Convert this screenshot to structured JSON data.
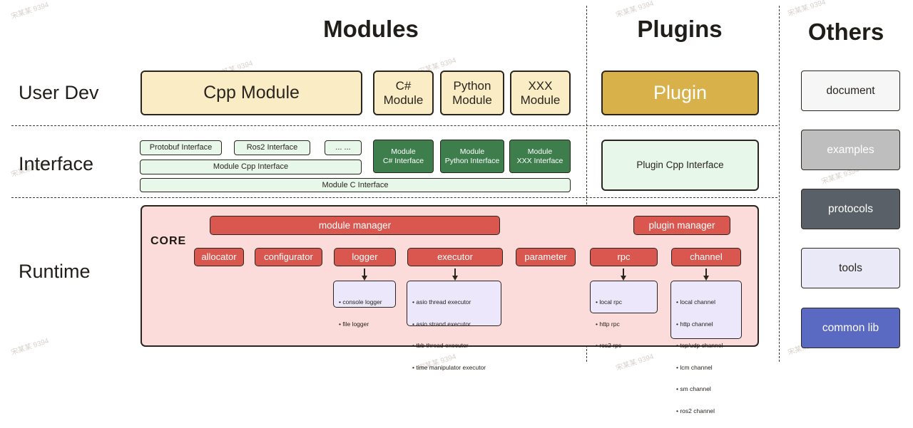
{
  "watermark": "宋某某 9394",
  "headers": {
    "modules": "Modules",
    "plugins": "Plugins",
    "others": "Others"
  },
  "row_labels": {
    "user_dev": "User Dev",
    "interface": "Interface",
    "runtime": "Runtime"
  },
  "user_dev": {
    "cpp_module": "Cpp Module",
    "csharp_module": "C#\nModule",
    "python_module": "Python\nModule",
    "xxx_module": "XXX\nModule",
    "plugin": "Plugin"
  },
  "interface": {
    "protobuf_interface": "Protobuf Interface",
    "ros2_interface": "Ros2 Interface",
    "ellipsis": "... ...",
    "module_cpp_interface": "Module Cpp Interface",
    "module_c_interface": "Module C Interface",
    "module_csharp_interface": "Module\nC# Interface",
    "module_python_interface": "Module\nPython Interface",
    "module_xxx_interface": "Module\nXXX Interface",
    "plugin_cpp_interface": "Plugin Cpp Interface"
  },
  "runtime": {
    "core_label": "CORE",
    "module_manager": "module manager",
    "plugin_manager": "plugin manager",
    "allocator": "allocator",
    "configurator": "configurator",
    "logger": "logger",
    "executor": "executor",
    "parameter": "parameter",
    "rpc": "rpc",
    "channel": "channel",
    "logger_items": [
      "console logger",
      "file logger"
    ],
    "executor_items": [
      "asio thread executor",
      "asio strand executor",
      "tbb thread executor",
      "time manipulator executor"
    ],
    "rpc_items": [
      "local rpc",
      "http rpc",
      "ros2 rpc"
    ],
    "channel_items": [
      "local channel",
      "http channel",
      "tcp/udp channel",
      "lcm channel",
      "sm channel",
      "ros2 channel"
    ]
  },
  "others": {
    "document": "document",
    "examples": "examples",
    "protocols": "protocols",
    "tools": "tools",
    "common_lib": "common lib"
  },
  "colors": {
    "ink": "#2a251f",
    "yellow": "#FAEDC5",
    "gold": "#D8B14B",
    "green-light": "#E7F7EA",
    "green-dark": "#3E7E4C",
    "pink": "#FBDCDA",
    "red": "#D9574F",
    "lavender": "#ECE7FA",
    "doc": "#F6F6F6",
    "examples": "#BEBEBE",
    "protocols": "#596067",
    "tools": "#E9E9F7",
    "common-lib": "#5A69C1"
  }
}
